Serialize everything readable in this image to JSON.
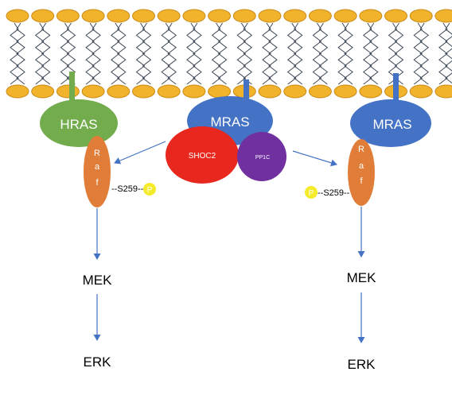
{
  "colors": {
    "lipid_head": "#F1B22C",
    "lipid_outline": "#C98A16",
    "lipid_tail": "#3F4A57",
    "hras": "#72AC4D",
    "mras": "#4472C4",
    "raf": "#E07D38",
    "shoc2": "#E8271E",
    "pp1c": "#7030A0",
    "phospho": "#F4EB2A",
    "arrow": "#4472C4",
    "text_dark": "#000000",
    "text_light": "#ffffff"
  },
  "proteins": {
    "hras": "HRAS",
    "mras_center": "MRAS",
    "mras_right": "MRAS",
    "shoc2": "SHOC2",
    "pp1c": "PP1C",
    "raf_left": [
      "R",
      "a",
      "f"
    ],
    "raf_right": [
      "R",
      "a",
      "f"
    ]
  },
  "phospho_site": {
    "left_label": "--S259--",
    "right_label": "--S259--",
    "symbol": "P"
  },
  "cascade": {
    "left": [
      "MEK",
      "ERK"
    ],
    "right": [
      "MEK",
      "ERK"
    ]
  },
  "icons": {
    "membrane": "lipid-bilayer-icon",
    "phosphate": "phosphate-icon"
  }
}
